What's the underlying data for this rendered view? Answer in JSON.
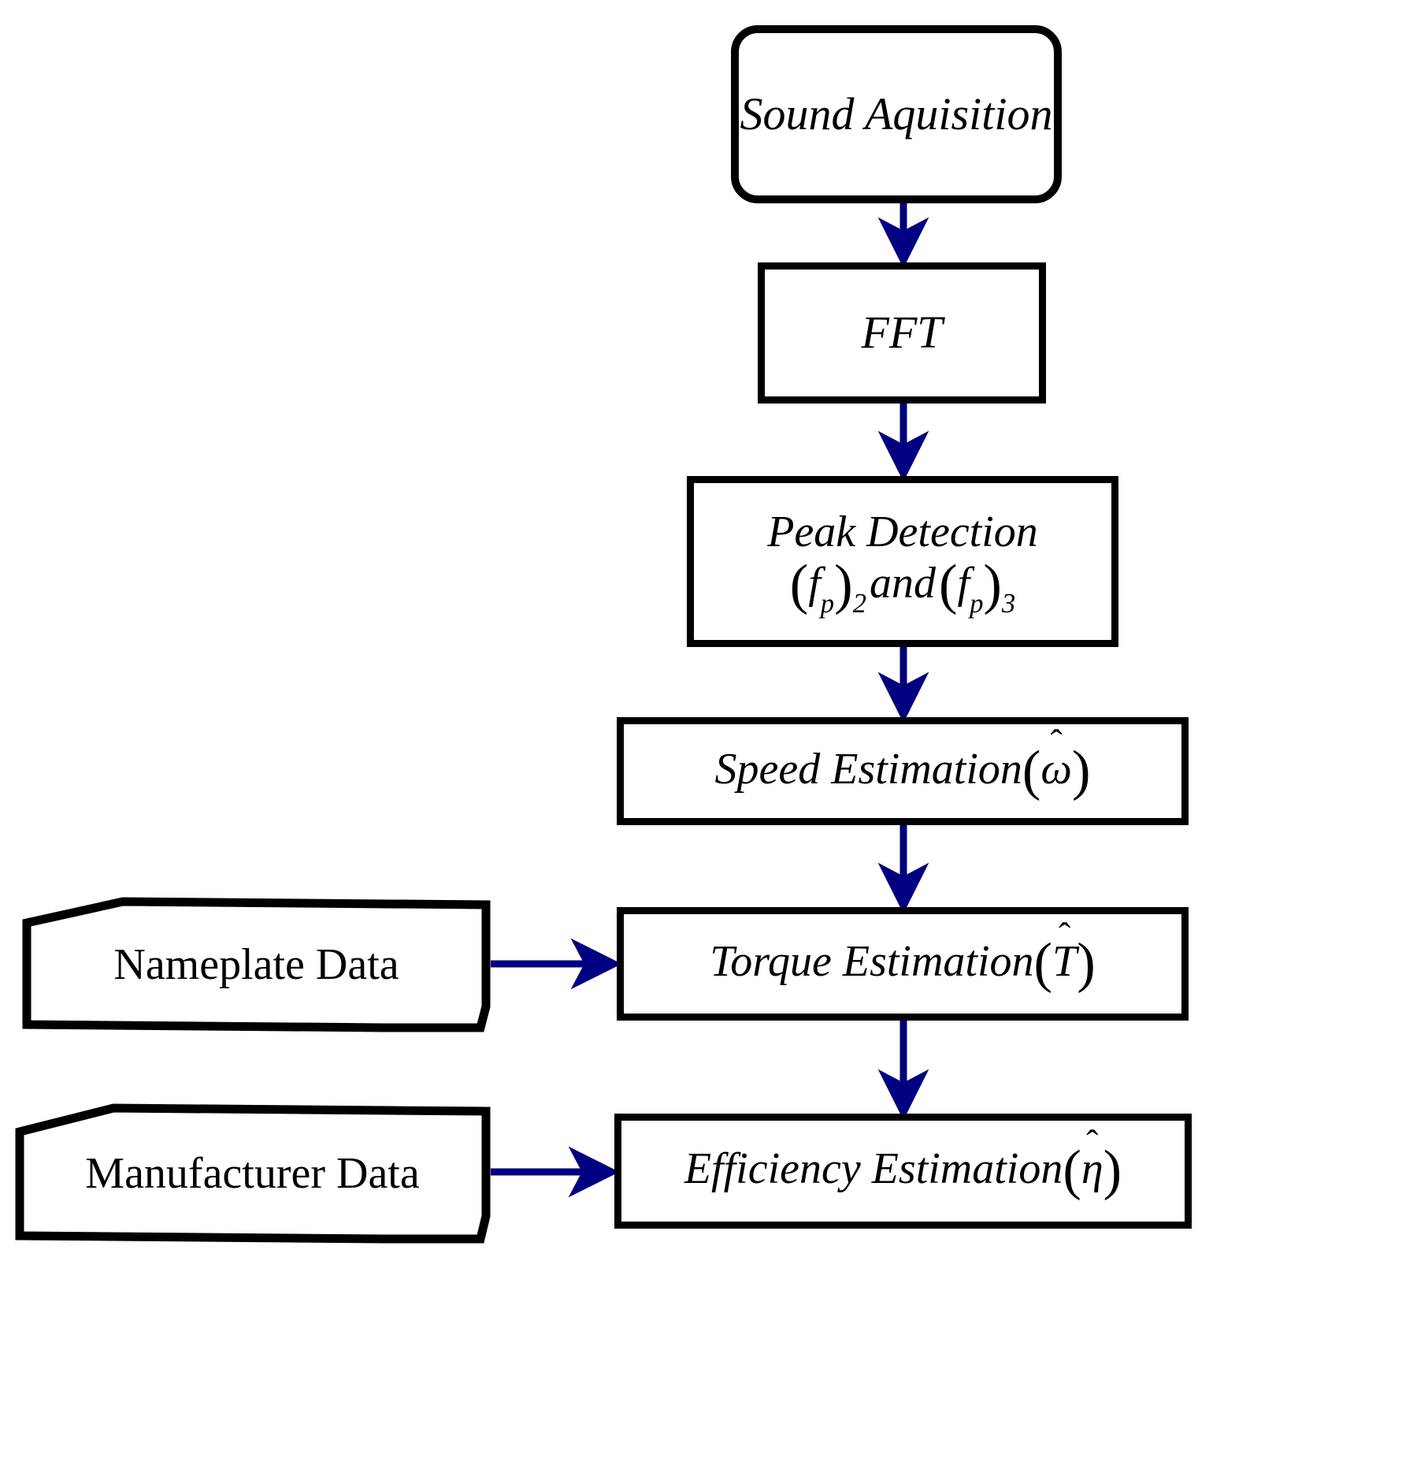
{
  "diagram": {
    "title": "Sound-based motor speed, torque and efficiency estimation flowchart",
    "type": "flowchart",
    "background_color": "#ffffff",
    "node_border_color": "#000000",
    "arrow_color": "#000080",
    "text_color": "#000000"
  },
  "nodes": {
    "sound_acquisition": {
      "label": "Sound Aquisition",
      "shape": "rounded-rectangle",
      "style": "italic"
    },
    "fft": {
      "label": "FFT",
      "shape": "rectangle",
      "style": "italic"
    },
    "peak_detection": {
      "label_line1": "Peak Detection",
      "label_line2_prefix": "",
      "symbol_f": "f",
      "symbol_p": "p",
      "subscript_2": "2",
      "subscript_3": "3",
      "conjunction": "and",
      "paren_open": "(",
      "paren_close": ")",
      "shape": "rectangle",
      "style": "italic"
    },
    "speed_estimation": {
      "label": "Speed Estimation",
      "paren_open": "(",
      "symbol": "ω",
      "hat": "ˆ",
      "paren_close": ")",
      "shape": "rectangle",
      "style": "italic"
    },
    "torque_estimation": {
      "label": "Torque Estimation",
      "paren_open": "(",
      "symbol": "T",
      "hat": "ˆ",
      "paren_close": ")",
      "shape": "rectangle",
      "style": "italic"
    },
    "efficiency_estimation": {
      "label": "Efficiency Estimation",
      "paren_open": "(",
      "symbol": "η",
      "hat": "ˆ",
      "paren_close": ")",
      "shape": "rectangle",
      "style": "italic"
    },
    "nameplate_data": {
      "label": "Nameplate Data",
      "shape": "data",
      "style": "upright"
    },
    "manufacturer_data": {
      "label": "Manufacturer Data",
      "shape": "data",
      "style": "upright"
    }
  },
  "edges": [
    {
      "name": "sound-to-fft",
      "from": "sound_acquisition",
      "to": "fft",
      "direction": "down"
    },
    {
      "name": "fft-to-peak",
      "from": "fft",
      "to": "peak_detection",
      "direction": "down"
    },
    {
      "name": "peak-to-speed",
      "from": "peak_detection",
      "to": "speed_estimation",
      "direction": "down"
    },
    {
      "name": "speed-to-torque",
      "from": "speed_estimation",
      "to": "torque_estimation",
      "direction": "down"
    },
    {
      "name": "torque-to-efficiency",
      "from": "torque_estimation",
      "to": "efficiency_estimation",
      "direction": "down"
    },
    {
      "name": "nameplate-to-torque",
      "from": "nameplate_data",
      "to": "torque_estimation",
      "direction": "right"
    },
    {
      "name": "manufacturer-to-efficiency",
      "from": "manufacturer_data",
      "to": "efficiency_estimation",
      "direction": "right"
    }
  ]
}
